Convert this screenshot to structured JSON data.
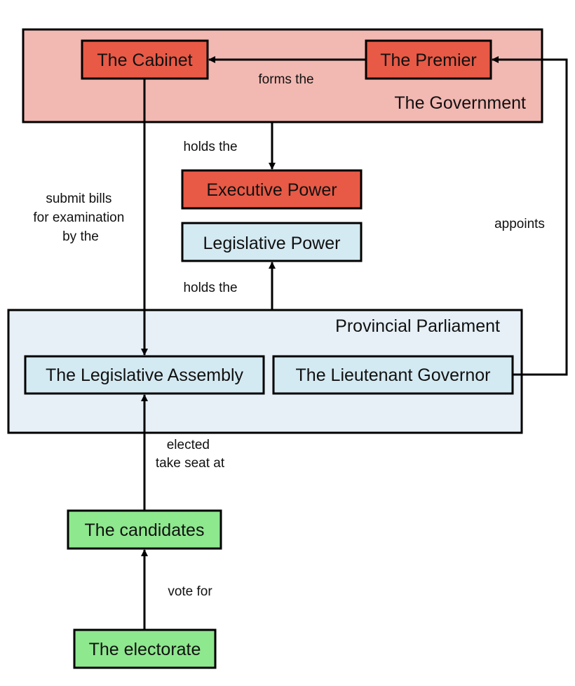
{
  "colors": {
    "government_bg": "#f2b8b2",
    "executive_red": "#e85a46",
    "legislative_blue": "#d4eaf2",
    "parliament_bg": "#e6f0f6",
    "electorate_green": "#8ee88e",
    "line": "#000000"
  },
  "groups": {
    "government": "The Government",
    "parliament": "Provincial Parliament"
  },
  "nodes": {
    "cabinet": "The Cabinet",
    "premier": "The Premier",
    "executive_power": "Executive Power",
    "legislative_power": "Legislative Power",
    "legislative_assembly": "The Legislative Assembly",
    "lieutenant_governor": "The Lieutenant Governor",
    "candidates": "The candidates",
    "electorate": "The electorate"
  },
  "edges": {
    "forms_the": "forms the",
    "gov_holds_the": "holds the",
    "parl_holds_the": "holds the",
    "submit_bills": [
      "submit bills",
      "for examination",
      "by the"
    ],
    "appoints": "appoints",
    "elected": [
      "elected",
      "take seat at"
    ],
    "vote_for": "vote for"
  }
}
